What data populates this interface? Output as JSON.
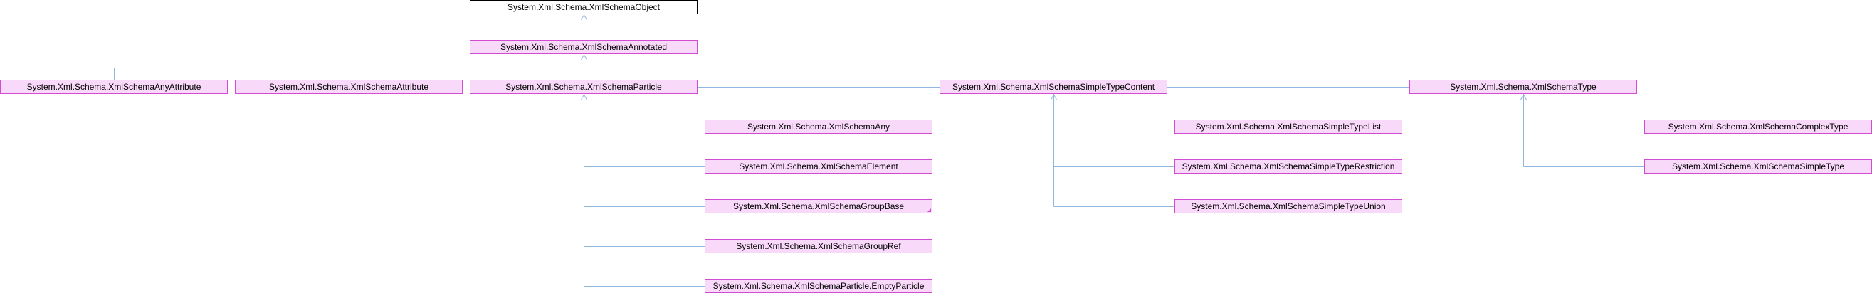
{
  "colors": {
    "node_border": "#d24cd2",
    "node_fill": "#f9d9f9",
    "root_border": "#000000",
    "root_fill": "#ffffff",
    "edge": "#8fb7e0"
  },
  "nodes": {
    "object": "System.Xml.Schema.XmlSchemaObject",
    "annotated": "System.Xml.Schema.XmlSchemaAnnotated",
    "any_attribute": "System.Xml.Schema.XmlSchemaAnyAttribute",
    "attribute": "System.Xml.Schema.XmlSchemaAttribute",
    "particle": "System.Xml.Schema.XmlSchemaParticle",
    "simple_type_content": "System.Xml.Schema.XmlSchemaSimpleTypeContent",
    "type": "System.Xml.Schema.XmlSchemaType",
    "any": "System.Xml.Schema.XmlSchemaAny",
    "element": "System.Xml.Schema.XmlSchemaElement",
    "group_base": "System.Xml.Schema.XmlSchemaGroupBase",
    "group_ref": "System.Xml.Schema.XmlSchemaGroupRef",
    "empty_particle": "System.Xml.Schema.XmlSchemaParticle.EmptyParticle",
    "simple_type_list": "System.Xml.Schema.XmlSchemaSimpleTypeList",
    "simple_type_restriction": "System.Xml.Schema.XmlSchemaSimpleTypeRestriction",
    "simple_type_union": "System.Xml.Schema.XmlSchemaSimpleTypeUnion",
    "complex_type": "System.Xml.Schema.XmlSchemaComplexType",
    "simple_type": "System.Xml.Schema.XmlSchemaSimpleType"
  },
  "edges": [
    [
      "annotated",
      "object"
    ],
    [
      "any_attribute",
      "annotated"
    ],
    [
      "attribute",
      "annotated"
    ],
    [
      "particle",
      "annotated"
    ],
    [
      "simple_type_content",
      "annotated"
    ],
    [
      "type",
      "annotated"
    ],
    [
      "any",
      "particle"
    ],
    [
      "element",
      "particle"
    ],
    [
      "group_base",
      "particle"
    ],
    [
      "group_ref",
      "particle"
    ],
    [
      "empty_particle",
      "particle"
    ],
    [
      "simple_type_list",
      "simple_type_content"
    ],
    [
      "simple_type_restriction",
      "simple_type_content"
    ],
    [
      "simple_type_union",
      "simple_type_content"
    ],
    [
      "complex_type",
      "type"
    ],
    [
      "simple_type",
      "type"
    ]
  ]
}
